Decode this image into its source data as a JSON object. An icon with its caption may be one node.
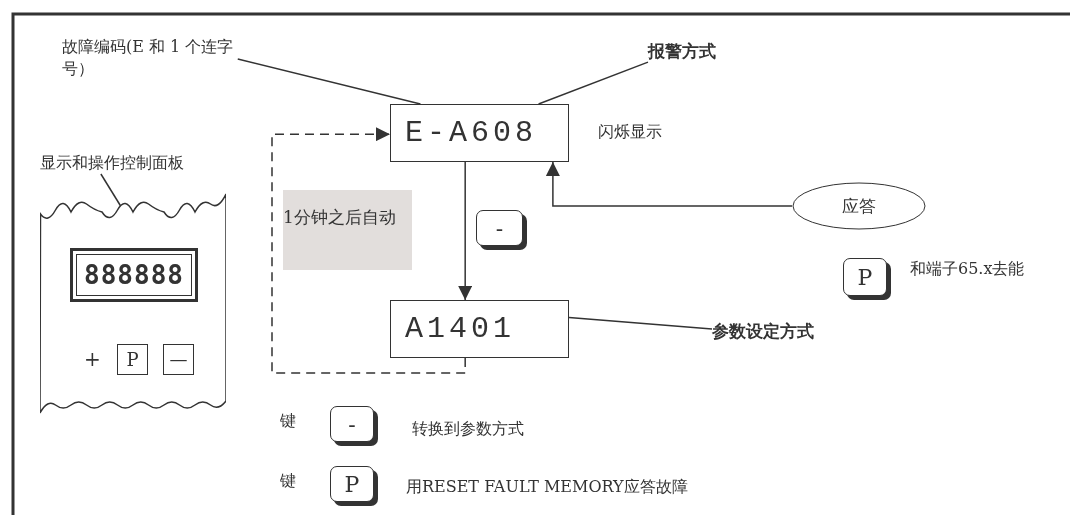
{
  "diagram": {
    "nodes": [
      {
        "text": [
          "故障编码(E 和 1 个连字号）"
        ]
      },
      {
        "text": [
          "报警方式"
        ]
      },
      {
        "text": [
          "E-A608"
        ],
        "beside": [
          "闪烁显示"
        ]
      },
      {
        "text": [
          "显示和操作控制面板"
        ]
      },
      {
        "text": [],
        "shape": "box"
      },
      {
        "text": [
          "888888"
        ],
        "in": 4
      },
      {
        "text": [
          "P"
        ],
        "in": 4
      },
      {
        "text": [
          "—"
        ],
        "in": 4
      },
      {
        "text": [
          "1分钟之后自动"
        ]
      },
      {
        "text": [
          "-"
        ]
      },
      {
        "text": [
          "A1401"
        ]
      },
      {
        "text": [
          "参数设定方式"
        ]
      },
      {
        "text": [
          "应答"
        ]
      },
      {
        "text": [
          "P"
        ],
        "beside": [
          "和端子65.x去能"
        ]
      },
      {
        "text": [
          "-"
        ],
        "beside": [
          "键",
          "转换到参数方式"
        ]
      },
      {
        "text": [
          "P"
        ],
        "beside": [
          "键",
          "用RESET FAULT MEMORY应答故障"
        ]
      }
    ],
    "edges": [
      {
        "from": 0,
        "to": 2,
        "arrow": "none"
      },
      {
        "from": 1,
        "to": 2,
        "arrow": "none"
      },
      {
        "from": 3,
        "to": 4,
        "arrow": "none"
      },
      {
        "from": 2,
        "to": 10,
        "arrow": "to"
      },
      {
        "from": 10,
        "to": 2,
        "arrow": "to",
        "style": "dashed"
      },
      {
        "from": 12,
        "to": 2,
        "arrow": "to"
      },
      {
        "from": 11,
        "to": 10,
        "arrow": "none"
      }
    ],
    "labels": [
      "+"
    ]
  }
}
